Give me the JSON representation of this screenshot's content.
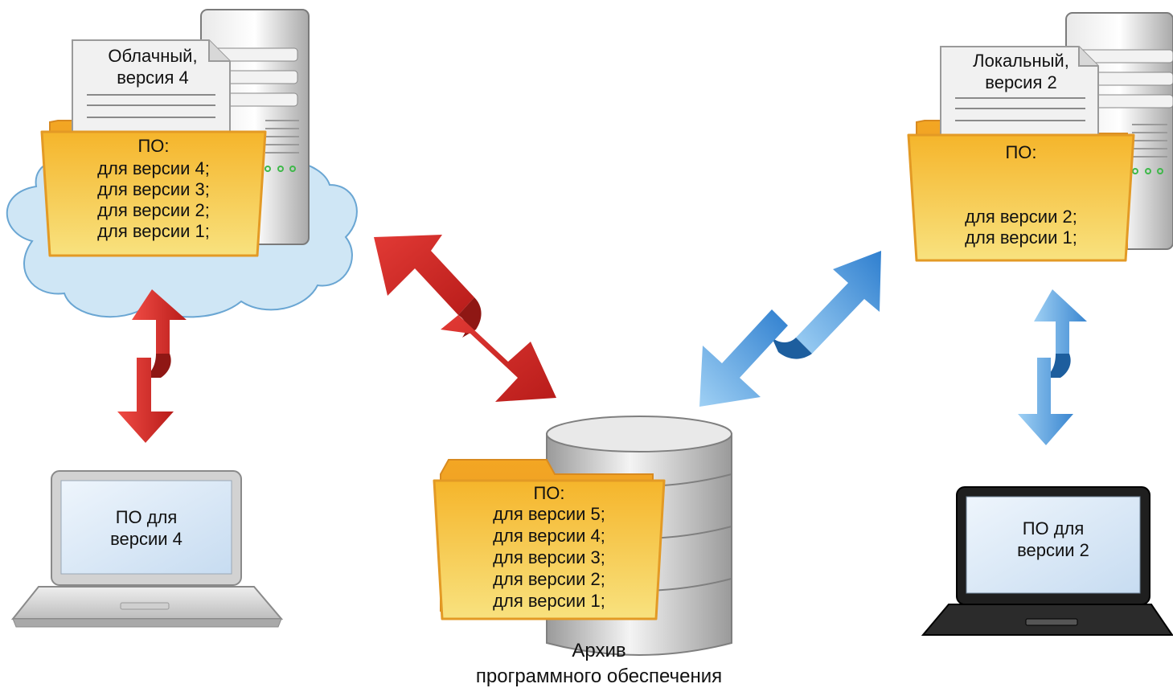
{
  "cloud_node": {
    "doc_label": "Облачный,\nверсия 4",
    "folder_title": "ПО:",
    "folder_items": [
      "для версии 4;",
      "для версии 3;",
      "для версии 2;",
      "для версии 1;"
    ]
  },
  "local_node": {
    "doc_label": "Локальный,\nверсия 2",
    "folder_title": "ПО:",
    "folder_items": [
      "для версии 2;",
      "для версии 1;"
    ]
  },
  "archive_node": {
    "folder_title": "ПО:",
    "folder_items": [
      "для версии 5;",
      "для версии 4;",
      "для версии 3;",
      "для версии 2;",
      "для версии 1;"
    ],
    "caption": "Архив\nпрограммного обеспечения"
  },
  "laptop_left": {
    "screen_text": "ПО для\nверсии 4"
  },
  "laptop_right": {
    "screen_text": "ПО для\nверсии 2"
  },
  "arrows": [
    {
      "name": "cloud-laptop-arrow",
      "color": "red"
    },
    {
      "name": "cloud-archive-arrow",
      "color": "red"
    },
    {
      "name": "local-archive-arrow",
      "color": "blue"
    },
    {
      "name": "local-laptop-arrow",
      "color": "blue"
    }
  ],
  "colors": {
    "red_arrow": "#d42a26",
    "blue_arrow": "#3d8fd6",
    "folder": "#f6c34a",
    "cloud": "#cfe6f5"
  }
}
